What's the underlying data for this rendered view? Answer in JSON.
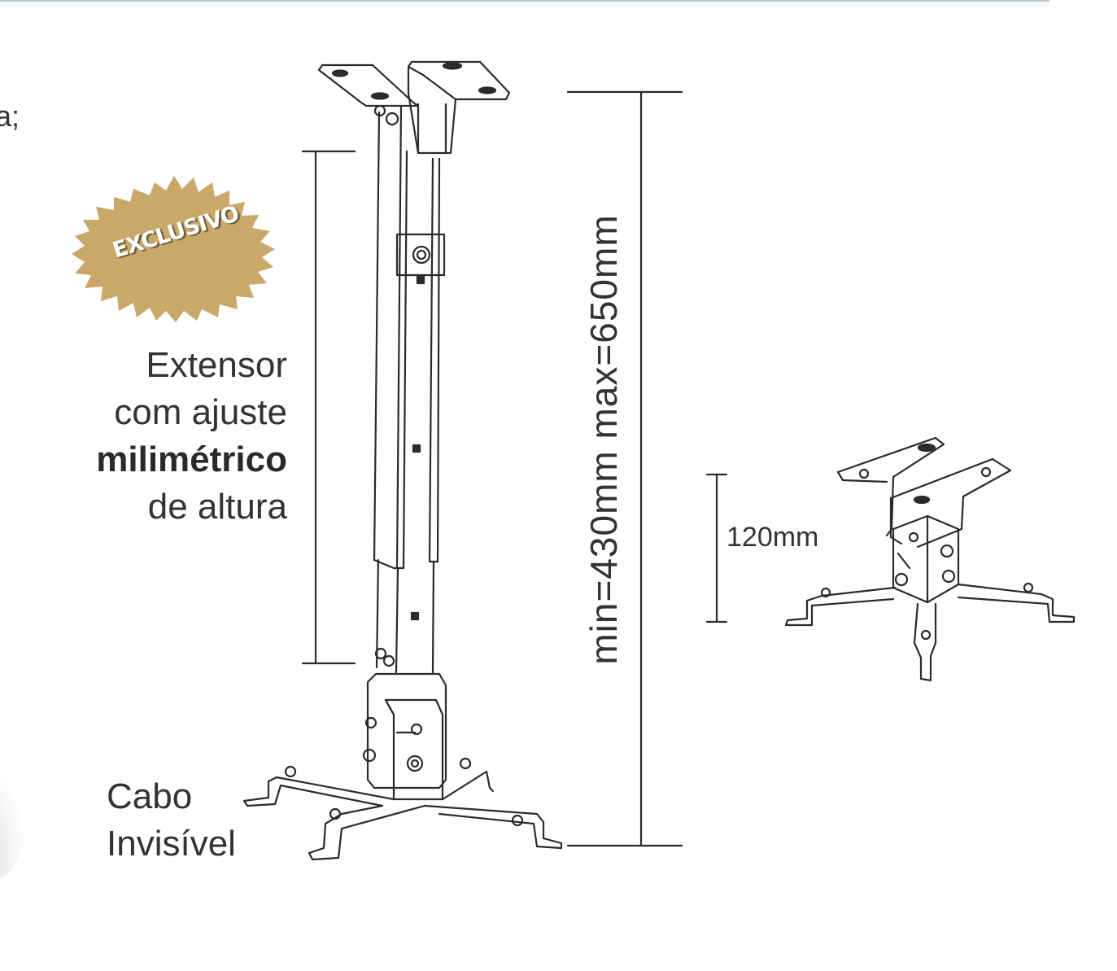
{
  "figure": {
    "type": "product-spec-diagram",
    "subject": "projector ceiling mount",
    "badge": {
      "label": "EXCLUSIVO",
      "color": "#c9a86a"
    },
    "feature_text": {
      "line1": "Extensor",
      "line2": "com ajuste",
      "line3_bold": "milimétrico",
      "line4": "de altura"
    },
    "cable_text": {
      "line1": "Cabo",
      "line2": "Invisível"
    },
    "dimensions": {
      "full_height_label": "min=430mm  max=650mm",
      "min_mm": 430,
      "max_mm": 650,
      "compact_height_label": "120mm",
      "compact_mm": 120
    },
    "edge_fragment": "a;",
    "colors": {
      "line": "#2b2b2b",
      "text": "#333333",
      "badge_gold": "#c9a86a",
      "top_rule": "#b9c6d3"
    }
  }
}
